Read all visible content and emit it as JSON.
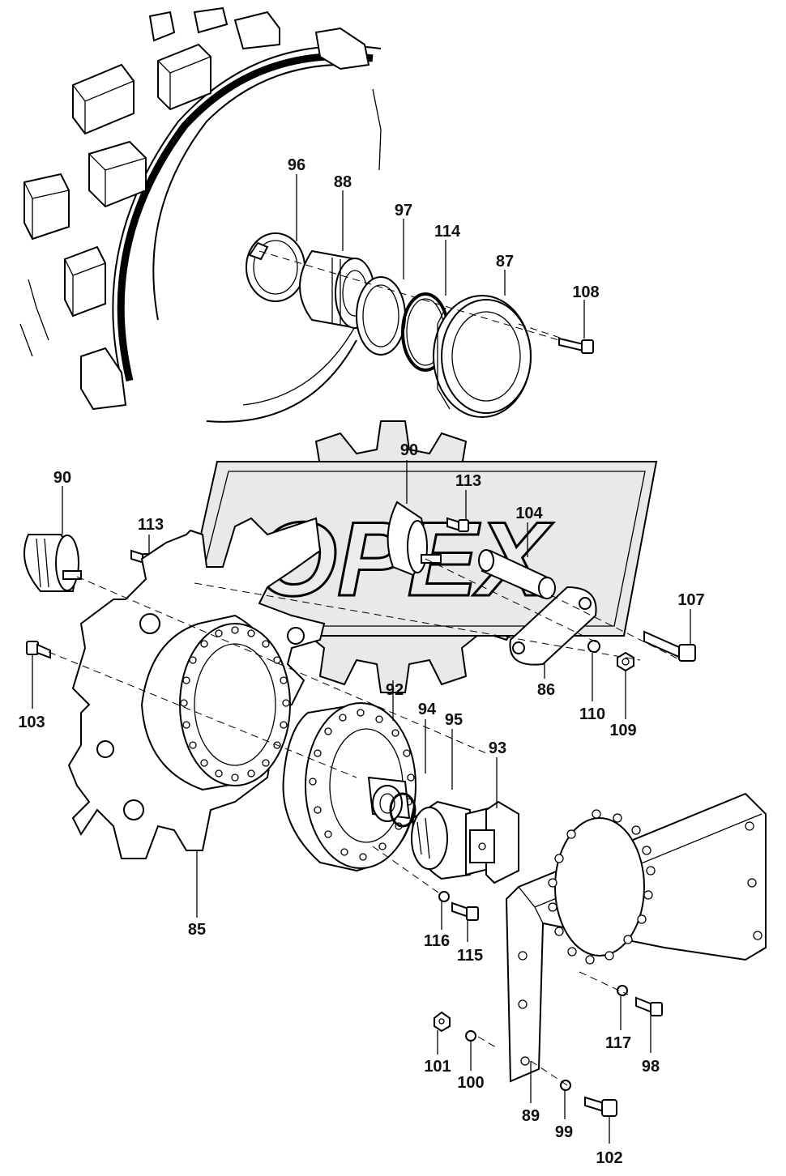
{
  "watermark": {
    "text": "OPEX"
  },
  "labels": [
    {
      "id": "96",
      "text": "96"
    },
    {
      "id": "88",
      "text": "88"
    },
    {
      "id": "97",
      "text": "97"
    },
    {
      "id": "114",
      "text": "114"
    },
    {
      "id": "87",
      "text": "87"
    },
    {
      "id": "108",
      "text": "108"
    },
    {
      "id": "90a",
      "text": "90"
    },
    {
      "id": "90b",
      "text": "90"
    },
    {
      "id": "113a",
      "text": "113"
    },
    {
      "id": "113b",
      "text": "113"
    },
    {
      "id": "104",
      "text": "104"
    },
    {
      "id": "107",
      "text": "107"
    },
    {
      "id": "103",
      "text": "103"
    },
    {
      "id": "92",
      "text": "92"
    },
    {
      "id": "86",
      "text": "86"
    },
    {
      "id": "110",
      "text": "110"
    },
    {
      "id": "109",
      "text": "109"
    },
    {
      "id": "94",
      "text": "94"
    },
    {
      "id": "95",
      "text": "95"
    },
    {
      "id": "93",
      "text": "93"
    },
    {
      "id": "85",
      "text": "85"
    },
    {
      "id": "116",
      "text": "116"
    },
    {
      "id": "115",
      "text": "115"
    },
    {
      "id": "117",
      "text": "117"
    },
    {
      "id": "98",
      "text": "98"
    },
    {
      "id": "101",
      "text": "101"
    },
    {
      "id": "100",
      "text": "100"
    },
    {
      "id": "89",
      "text": "89"
    },
    {
      "id": "99",
      "text": "99"
    },
    {
      "id": "102",
      "text": "102"
    }
  ]
}
